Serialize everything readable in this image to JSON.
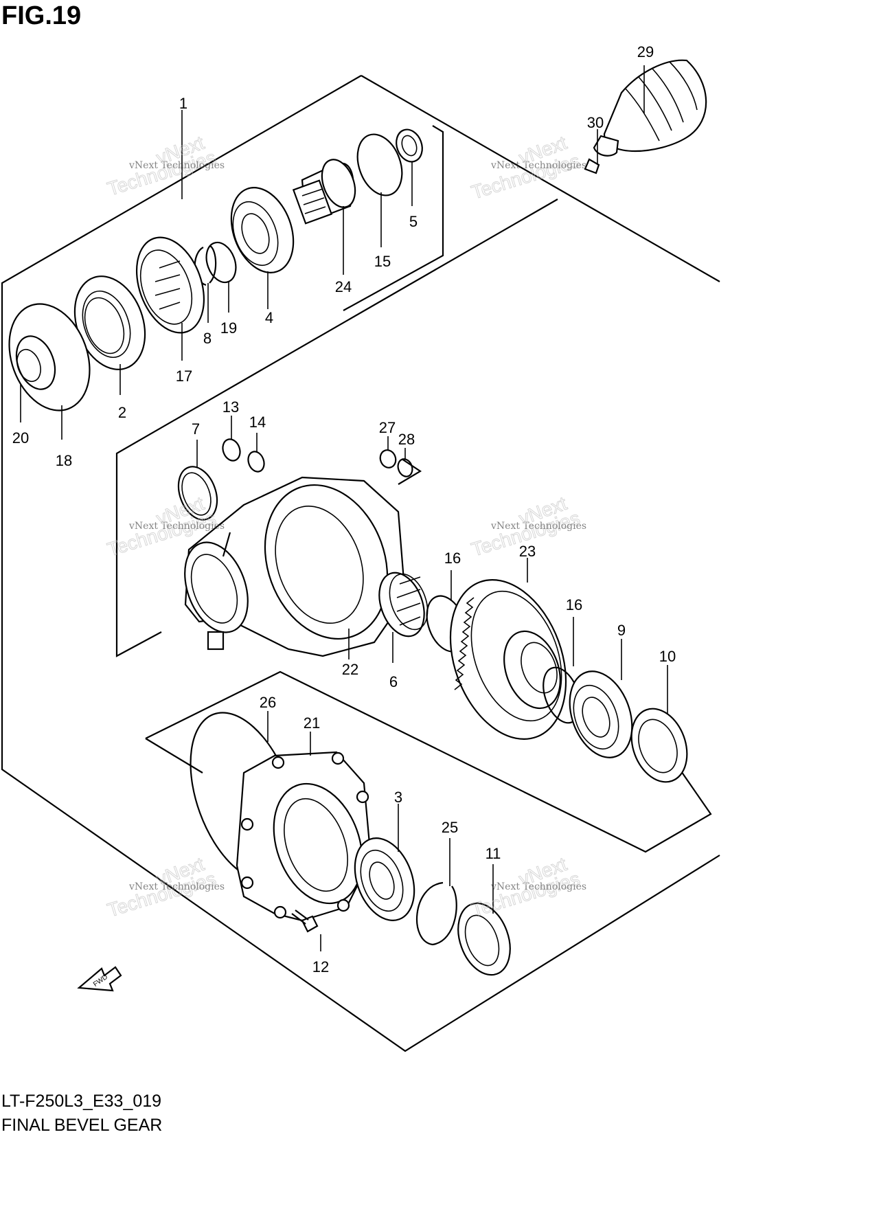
{
  "figure": {
    "title": "FIG.19",
    "model_code": "LT-F250L3_E33_019",
    "name": "FINAL BEVEL GEAR"
  },
  "watermark": {
    "line1": "vNext Technologies",
    "line2": "Technologies",
    "line3": "vNext"
  },
  "fwd_label": "FWD",
  "callouts": [
    {
      "id": "c1",
      "text": "1"
    },
    {
      "id": "c2",
      "text": "2"
    },
    {
      "id": "c3",
      "text": "3"
    },
    {
      "id": "c4",
      "text": "4"
    },
    {
      "id": "c5",
      "text": "5"
    },
    {
      "id": "c6",
      "text": "6"
    },
    {
      "id": "c7",
      "text": "7"
    },
    {
      "id": "c8",
      "text": "8"
    },
    {
      "id": "c9",
      "text": "9"
    },
    {
      "id": "c10",
      "text": "10"
    },
    {
      "id": "c11",
      "text": "11"
    },
    {
      "id": "c12",
      "text": "12"
    },
    {
      "id": "c13",
      "text": "13"
    },
    {
      "id": "c14",
      "text": "14"
    },
    {
      "id": "c15",
      "text": "15"
    },
    {
      "id": "c16a",
      "text": "16"
    },
    {
      "id": "c16b",
      "text": "16"
    },
    {
      "id": "c17",
      "text": "17"
    },
    {
      "id": "c18",
      "text": "18"
    },
    {
      "id": "c19",
      "text": "19"
    },
    {
      "id": "c20",
      "text": "20"
    },
    {
      "id": "c21",
      "text": "21"
    },
    {
      "id": "c22",
      "text": "22"
    },
    {
      "id": "c23",
      "text": "23"
    },
    {
      "id": "c24",
      "text": "24"
    },
    {
      "id": "c25",
      "text": "25"
    },
    {
      "id": "c26",
      "text": "26"
    },
    {
      "id": "c27",
      "text": "27"
    },
    {
      "id": "c28",
      "text": "28"
    },
    {
      "id": "c29",
      "text": "29"
    },
    {
      "id": "c30",
      "text": "30"
    }
  ]
}
